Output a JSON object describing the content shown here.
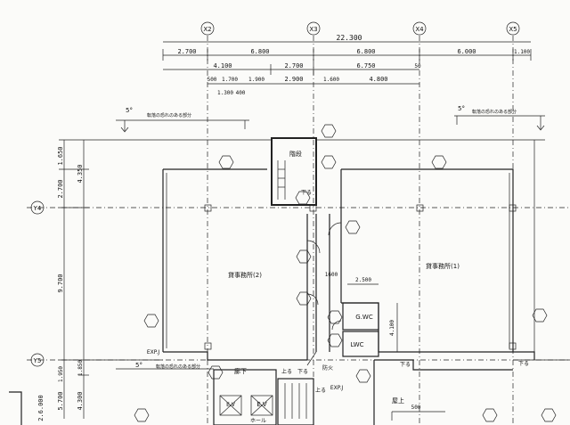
{
  "grid": {
    "columns": [
      "X2",
      "X3",
      "X4",
      "X5"
    ],
    "rows": [
      "Y4",
      "Y5"
    ]
  },
  "dimensions": {
    "overall": "22.300",
    "row1": [
      "2.700",
      "6.800",
      "6.800",
      "6.000",
      "1.100"
    ],
    "row2": [
      "4.100",
      "2.700",
      "6.750",
      "50"
    ],
    "row3": [
      "500",
      "1.700",
      "1.900",
      "2.900",
      "1.600",
      "4.800"
    ],
    "row4": [
      "1.300",
      "400"
    ],
    "left": [
      "1.650",
      "4.350",
      "2.700",
      "9.700",
      "1.850",
      "4.300",
      "5.700",
      "1.950",
      "2.6.000"
    ],
    "interior": [
      "1600",
      "2.500",
      "4.100",
      "500"
    ]
  },
  "rooms": {
    "office_left": "貸事務所(2)",
    "office_right": "貸事務所(1)",
    "stair": "階段",
    "gwc": "G.WC",
    "lwc": "LWC",
    "hall": "ホール",
    "ev1": "E.V",
    "ev2": "E.V",
    "rooftop": "屋上",
    "corridor": "廊下"
  },
  "labels": {
    "fall_note_left": "転落の恐れのある部分",
    "fall_note_right": "転落の恐れのある部分",
    "fall_note_bottom": "転落の恐れのある部分",
    "slope_left": "5°",
    "slope_right": "5°",
    "slope_bottom": "5°",
    "exp_top": "EXP.J",
    "exp_bottom": "EXP.J",
    "down1": "下る",
    "down2": "下る",
    "down3": "下る",
    "down4": "下る",
    "up1": "上る",
    "stair_up": "上る",
    "dim_50": "50",
    "fire": "防火"
  }
}
